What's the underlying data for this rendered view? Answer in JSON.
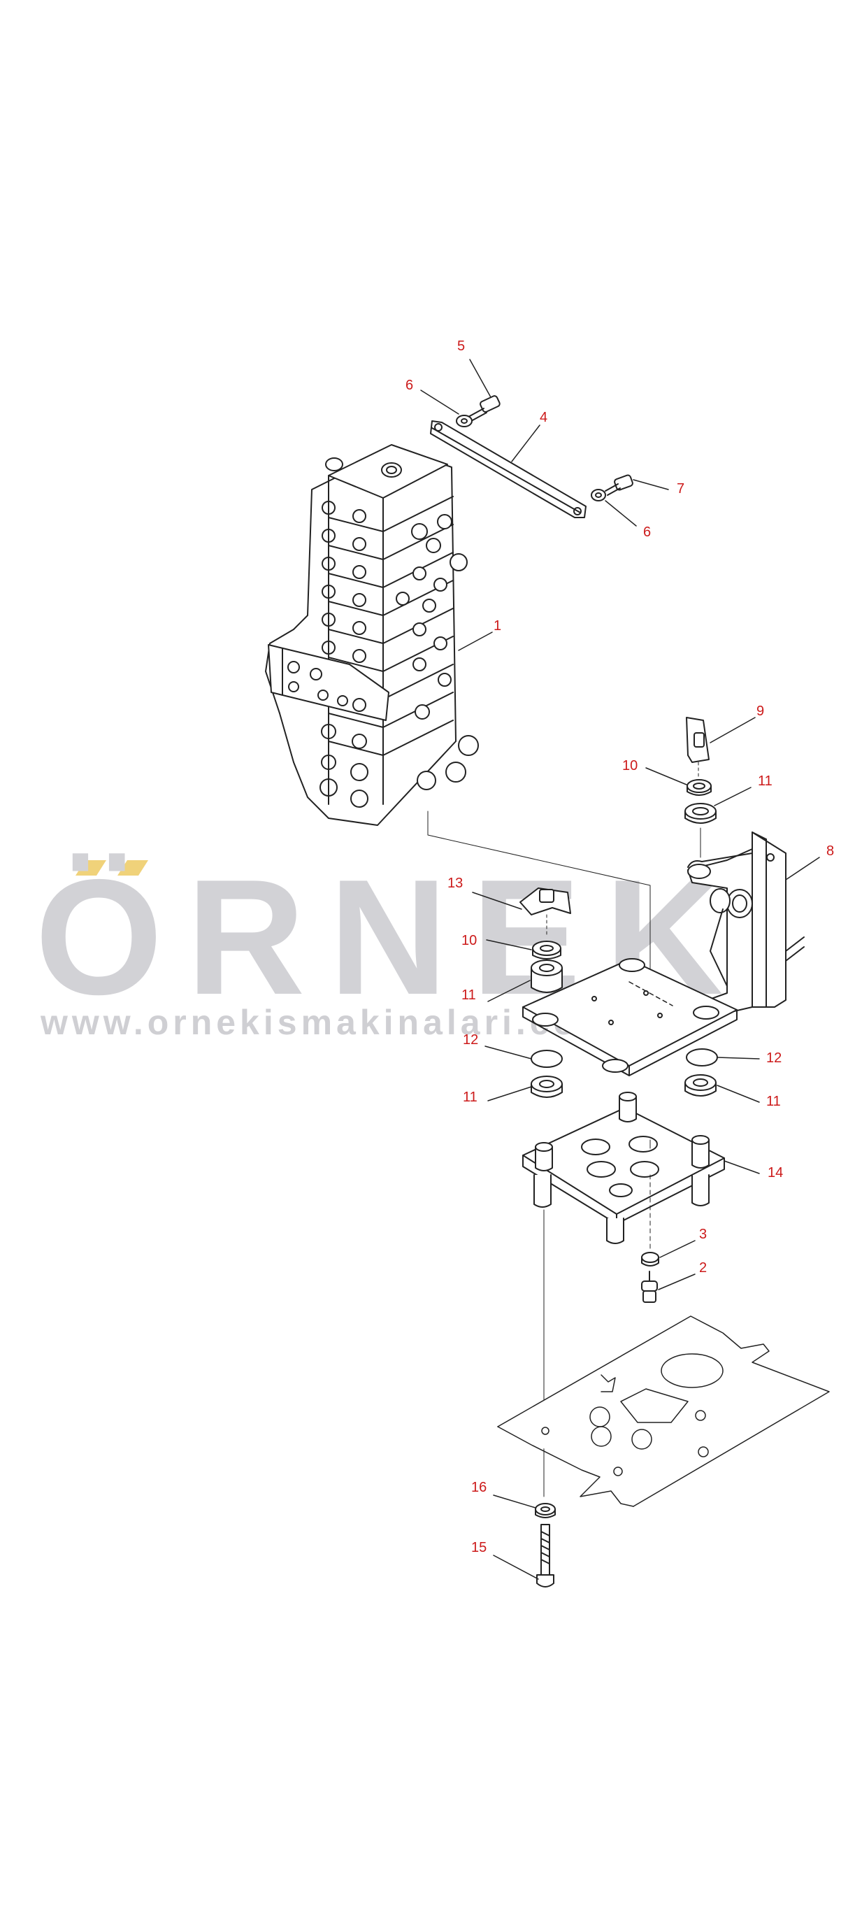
{
  "watermark": {
    "brand": "ÖRNEK",
    "url": "www.ornekismakinalari.com.tr",
    "dots_color": "#f0d27a"
  },
  "callout_color": "#cc1a1a",
  "callouts": [
    {
      "id": "c5",
      "text": "5"
    },
    {
      "id": "c6a",
      "text": "6"
    },
    {
      "id": "c4",
      "text": "4"
    },
    {
      "id": "c7",
      "text": "7"
    },
    {
      "id": "c6b",
      "text": "6"
    },
    {
      "id": "c1",
      "text": "1"
    },
    {
      "id": "c9",
      "text": "9"
    },
    {
      "id": "c10a",
      "text": "10"
    },
    {
      "id": "c11a",
      "text": "11"
    },
    {
      "id": "c8",
      "text": "8"
    },
    {
      "id": "c13",
      "text": "13"
    },
    {
      "id": "c10b",
      "text": "10"
    },
    {
      "id": "c11b",
      "text": "11"
    },
    {
      "id": "c12a",
      "text": "12"
    },
    {
      "id": "c12b",
      "text": "12"
    },
    {
      "id": "c11c",
      "text": "11"
    },
    {
      "id": "c11d",
      "text": "11"
    },
    {
      "id": "c14",
      "text": "14"
    },
    {
      "id": "c3",
      "text": "3"
    },
    {
      "id": "c2",
      "text": "2"
    },
    {
      "id": "c16",
      "text": "16"
    },
    {
      "id": "c15",
      "text": "15"
    }
  ]
}
